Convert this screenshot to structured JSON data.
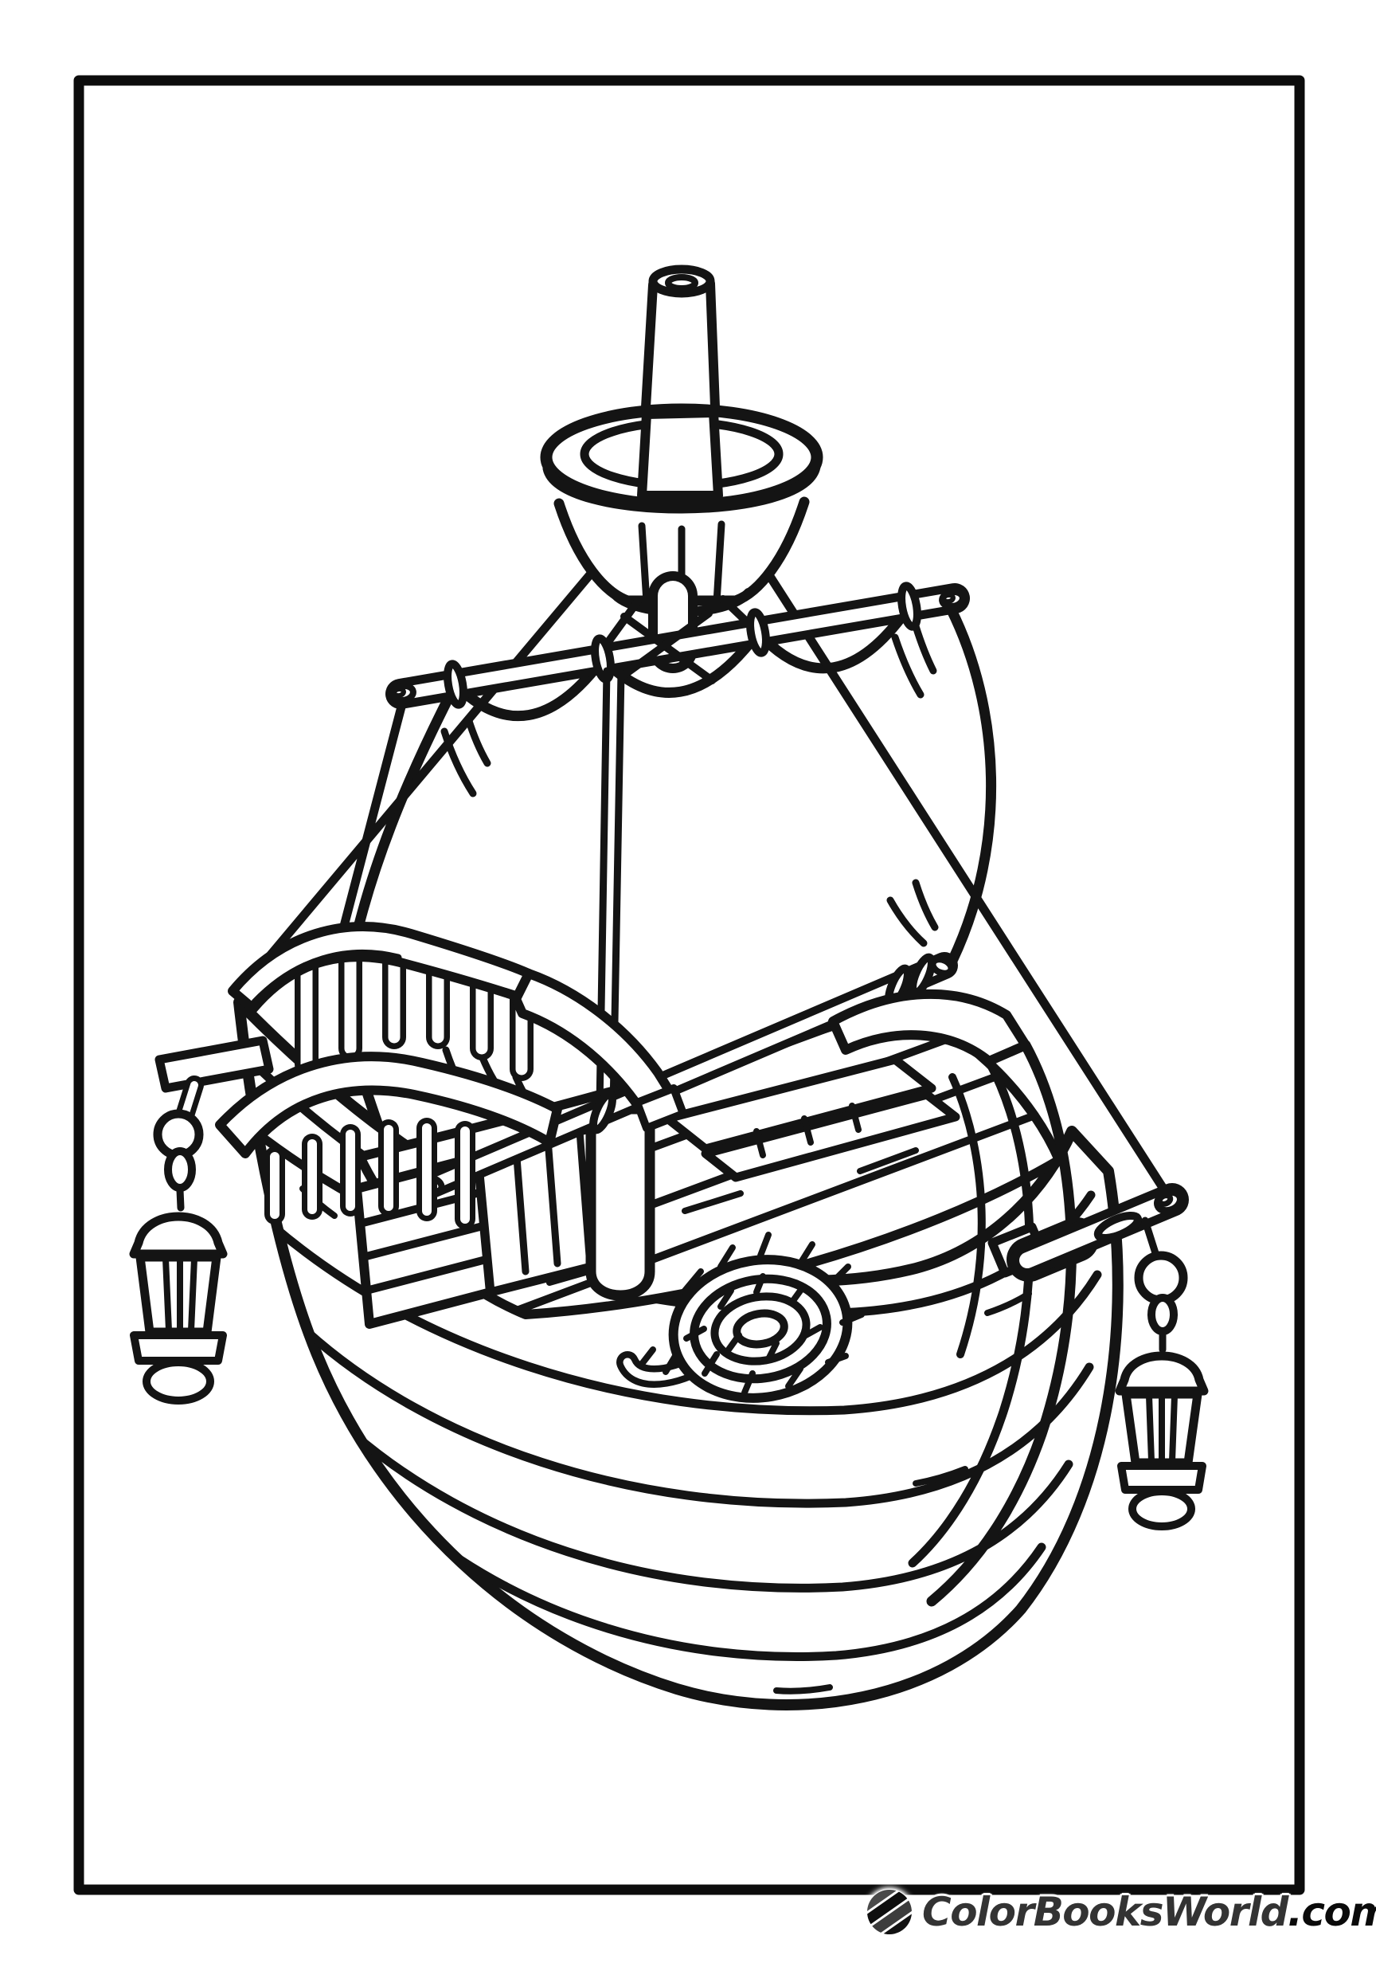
{
  "page": {
    "background_color": "#ffffff",
    "frame_color": "#0c0c0c",
    "line_color": "#141414"
  },
  "illustration": {
    "style": "black-and-white coloring line art",
    "elements": [
      "pirate ship",
      "mast",
      "crow's nest bucket",
      "draped sail on yard",
      "boom",
      "rigging ropes",
      "bow railing with balusters",
      "stairs",
      "deck planks",
      "rope coil",
      "port lantern",
      "stern lantern",
      "stern pole",
      "curved hull planks"
    ]
  },
  "watermark": {
    "site_name": "ColorBooksWorld",
    "tld": ".com",
    "logo_icon": "striped-globe",
    "site_color": "#333333",
    "tld_color": "#0a0a0a",
    "halo_color": "#ffffff"
  }
}
